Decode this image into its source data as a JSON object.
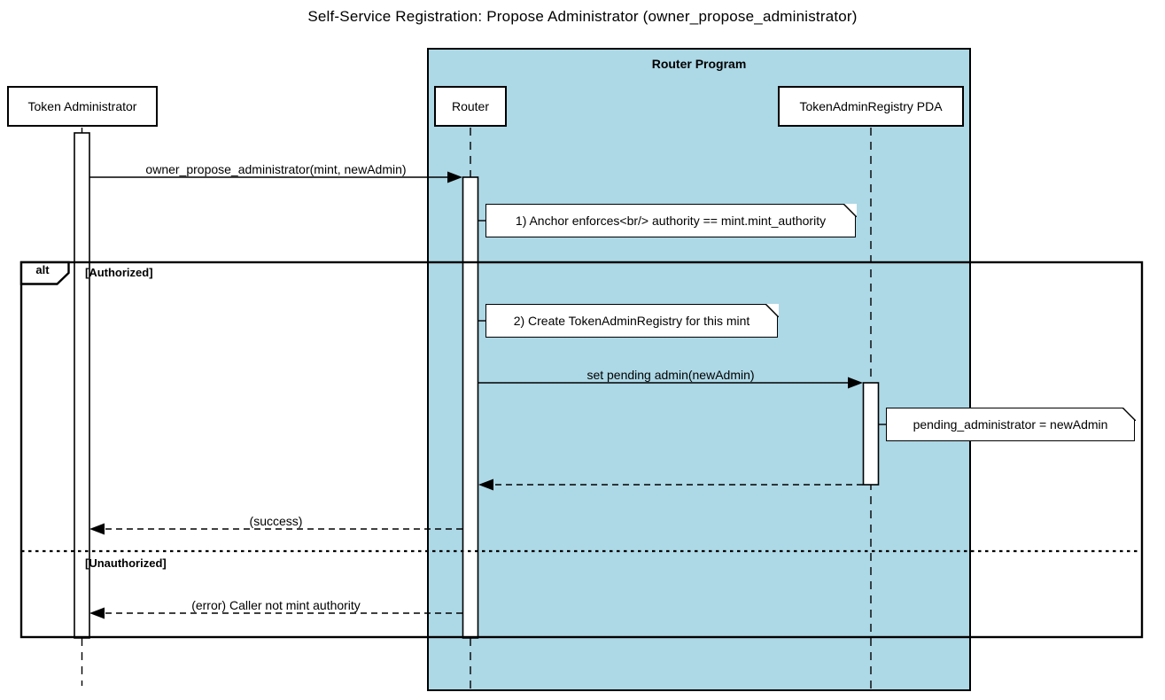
{
  "title": "Self-Service Registration: Propose Administrator (owner_propose_administrator)",
  "colors": {
    "accent": "#add8e6",
    "border": "#000000",
    "surface": "#ffffff"
  },
  "program": {
    "label": "Router Program"
  },
  "participants": [
    {
      "id": "token-administrator",
      "label": "Token Administrator"
    },
    {
      "id": "router",
      "label": "Router"
    },
    {
      "id": "token-admin-registry-pda",
      "label": "TokenAdminRegistry PDA"
    }
  ],
  "messages": [
    {
      "from": "token-administrator",
      "to": "router",
      "type": "solid-call",
      "label": "owner_propose_administrator(mint, newAdmin)"
    },
    {
      "from": "router",
      "to": "token-admin-registry-pda",
      "type": "solid-call",
      "label": "set pending admin(newAdmin)"
    },
    {
      "from": "token-admin-registry-pda",
      "to": "router",
      "type": "dashed-return",
      "label": ""
    },
    {
      "from": "router",
      "to": "token-administrator",
      "type": "dashed-return",
      "label": "(success)"
    },
    {
      "from": "router",
      "to": "token-administrator",
      "type": "dashed-return",
      "label": "(error) Caller not mint authority"
    }
  ],
  "notes": [
    {
      "attached_to": "router",
      "label": "1) Anchor enforces<br/> authority == mint.mint_authority"
    },
    {
      "attached_to": "router",
      "label": "2) Create TokenAdminRegistry for this mint"
    },
    {
      "attached_to": "token-admin-registry-pda",
      "label": "pending_administrator = newAdmin"
    }
  ],
  "alt": {
    "operator": "alt",
    "authorized_label": "[Authorized]",
    "unauthorized_label": "[Unauthorized]"
  }
}
